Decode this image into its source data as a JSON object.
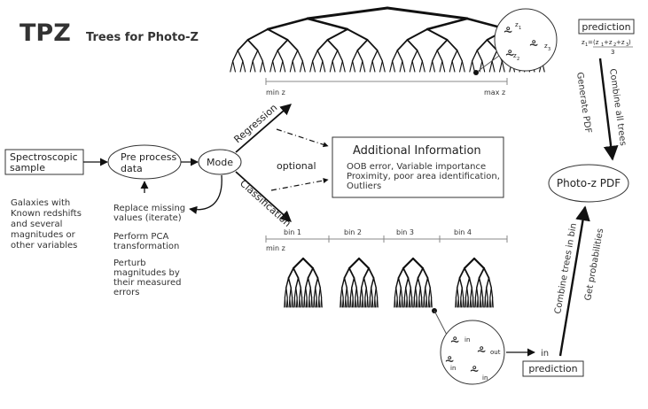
{
  "title": {
    "main": "TPZ",
    "subtitle": "Trees for Photo-Z"
  },
  "nodes": {
    "spectroscopic": [
      "Spectroscopic",
      "sample"
    ],
    "preprocess": [
      "Pre process",
      "data"
    ],
    "mode": "Mode",
    "additional_title": "Additional Information",
    "additional_lines": [
      "OOB error, Variable importance",
      "Proximity, poor area identification,",
      "Outliers"
    ],
    "photoz_pdf": "Photo-z PDF",
    "prediction_top": "prediction",
    "prediction_bottom": "prediction"
  },
  "edges": {
    "regression": "Regression",
    "classification": "Classification",
    "optional": "optional",
    "generate_pdf": "Generate PDF",
    "combine_all": "Combine all trees",
    "combine_bin": "Combine trees in bin",
    "get_prob": "Get probabilities",
    "in_label": "in"
  },
  "notes": {
    "galaxies": [
      "Galaxies with",
      "Known redshifts",
      "and several",
      "magnitudes or",
      "other variables"
    ],
    "replace": [
      "Replace missing",
      "values (iterate)"
    ],
    "pca": [
      "Perform PCA",
      "transformation"
    ],
    "perturb": [
      "Perturb",
      "magnitudes by",
      "their measured",
      "errors"
    ]
  },
  "axes": {
    "top": {
      "min": "min z",
      "max": "max z"
    },
    "bottom": {
      "min": "min z",
      "bins": [
        "bin 1",
        "bin 2",
        "bin 3",
        "bin 4"
      ]
    }
  },
  "formula": {
    "lhs": "z",
    "lhs_sub": "1",
    "num": "(z",
    "num_mid": "+z",
    "den": "3",
    "subs": [
      "1",
      "2",
      "3"
    ]
  },
  "top_circle": {
    "letter": "z",
    "subs": [
      "1",
      "2",
      "3"
    ]
  },
  "bottom_circle": {
    "labels": [
      "in",
      "out",
      "in",
      "in"
    ]
  }
}
